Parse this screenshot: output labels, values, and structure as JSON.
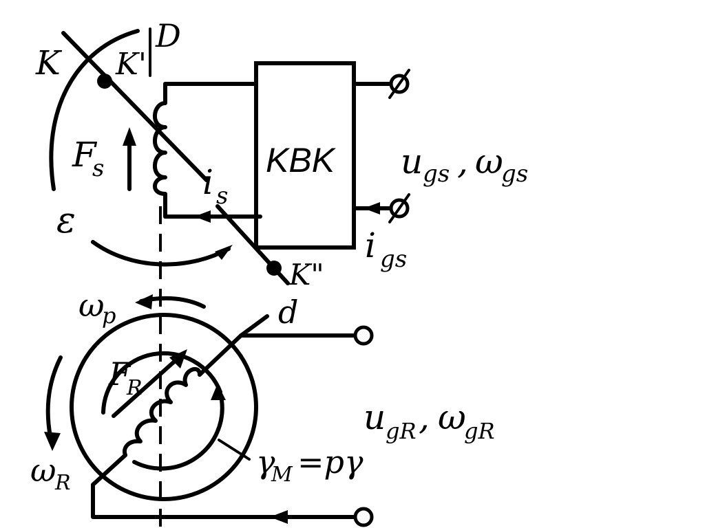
{
  "diagram": {
    "stator": {
      "axis_label": "D",
      "cross_axis_label": "K",
      "point_upper_label": "K'",
      "point_lower_label": "K\"",
      "mmf_label_main": "F",
      "mmf_label_sub": "s",
      "current_label_main": "i",
      "current_label_sub": "s",
      "angle_label": "ε"
    },
    "converter": {
      "label": "KBK"
    },
    "stator_supply": {
      "voltage_label_main": "u",
      "voltage_label_sub": "gs",
      "separator": ",",
      "freq_label_main": "ω",
      "freq_label_sub": "gs",
      "current_label_main": "i",
      "current_label_sub": "gs"
    },
    "rotor": {
      "axis_label": "d",
      "speed_p_main": "ω",
      "speed_p_sub": "p",
      "speed_r_main": "ω",
      "speed_r_sub": "R",
      "mmf_label_main": "F",
      "mmf_label_sub": "R",
      "angle_label_main": "γ",
      "angle_label_sub": "M",
      "angle_label_eq": "=pγ"
    },
    "rotor_supply": {
      "voltage_label_main": "u",
      "voltage_label_sub": "gR",
      "separator": ",",
      "freq_label_main": "ω",
      "freq_label_sub": "gR"
    }
  }
}
